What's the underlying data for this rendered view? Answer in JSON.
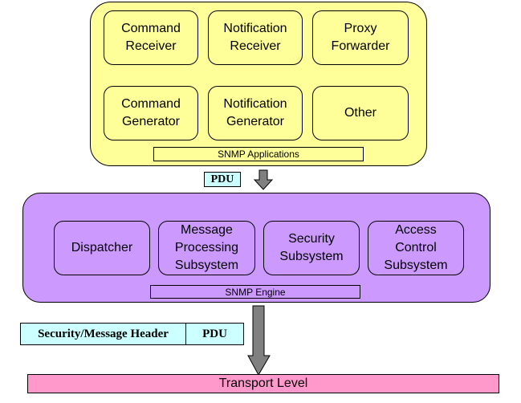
{
  "applications": {
    "modules": [
      {
        "label": "Command\nReceiver"
      },
      {
        "label": "Notification\nReceiver"
      },
      {
        "label": "Proxy\nForwarder"
      },
      {
        "label": "Command\nGenerator"
      },
      {
        "label": "Notification\nGenerator"
      },
      {
        "label": "Other"
      }
    ],
    "caption": "SNMP Applications"
  },
  "pdu_label": "PDU",
  "engine": {
    "modules": [
      {
        "label": "Dispatcher"
      },
      {
        "label": "Message\nProcessing\nSubsystem"
      },
      {
        "label": "Security\nSubsystem"
      },
      {
        "label": "Access\nControl\nSubsystem"
      }
    ],
    "caption": "SNMP Engine"
  },
  "message": {
    "header_label": "Security/Message Header",
    "pdu_label": "PDU"
  },
  "transport": {
    "label": "Transport Level"
  },
  "colors": {
    "applications_fill": "#ffff99",
    "engine_fill": "#cc99ff",
    "pdu_fill": "#ccffff",
    "transport_fill": "#ff99cc",
    "arrow_fill": "#808080"
  }
}
